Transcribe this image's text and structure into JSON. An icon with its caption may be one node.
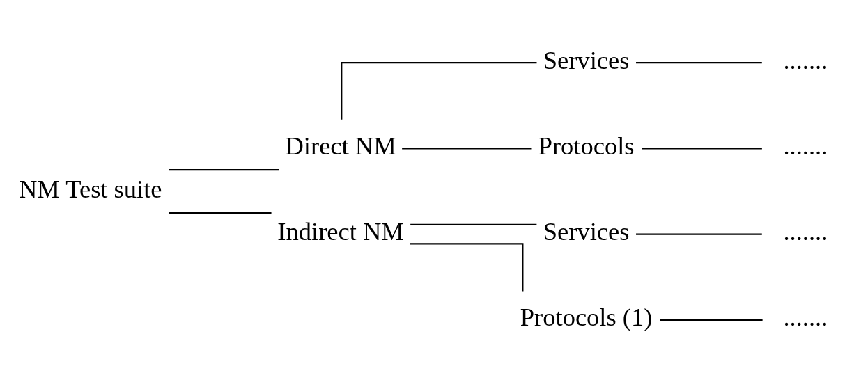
{
  "diagram": {
    "nodes": [
      {
        "text": [
          "NM Test suite"
        ]
      },
      {
        "text": [
          "Direct NM"
        ]
      },
      {
        "text": [
          "Services"
        ]
      },
      {
        "text": [
          "......."
        ]
      },
      {
        "text": [
          "Protocols"
        ]
      },
      {
        "text": [
          "......."
        ]
      },
      {
        "text": [
          "Indirect NM"
        ]
      },
      {
        "text": [
          "Services"
        ]
      },
      {
        "text": [
          "......."
        ]
      },
      {
        "text": [
          "Protocols (1)"
        ]
      },
      {
        "text": [
          "......."
        ]
      }
    ],
    "edges": [
      {
        "from": 0,
        "to": 1,
        "arrow": "none"
      },
      {
        "from": 1,
        "to": 2,
        "arrow": "none"
      },
      {
        "from": 2,
        "to": 3,
        "arrow": "none"
      },
      {
        "from": 1,
        "to": 4,
        "arrow": "none"
      },
      {
        "from": 4,
        "to": 5,
        "arrow": "none"
      },
      {
        "from": 0,
        "to": 6,
        "arrow": "none"
      },
      {
        "from": 6,
        "to": 7,
        "arrow": "none"
      },
      {
        "from": 7,
        "to": 8,
        "arrow": "none"
      },
      {
        "from": 6,
        "to": 9,
        "arrow": "none"
      },
      {
        "from": 9,
        "to": 10,
        "arrow": "none"
      }
    ]
  }
}
